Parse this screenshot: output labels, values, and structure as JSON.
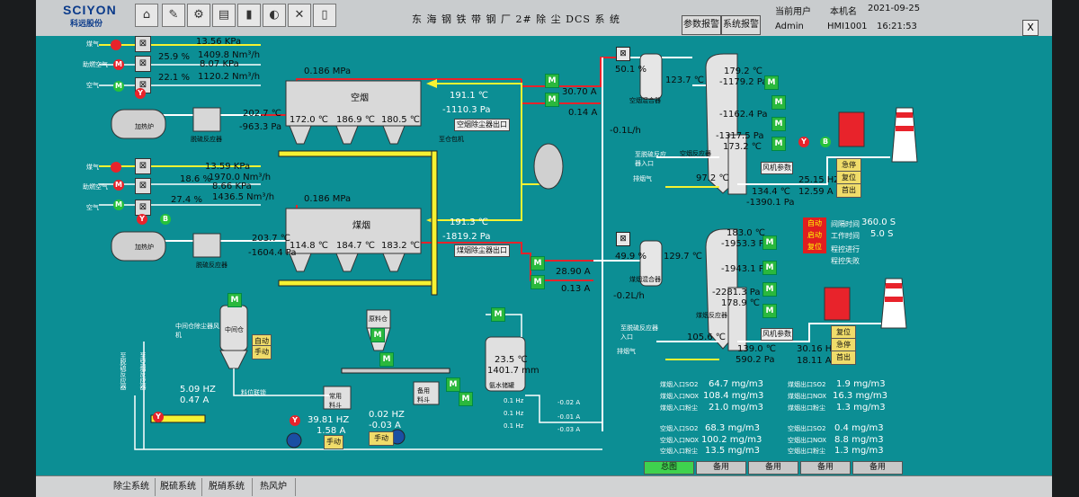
{
  "topbar": {
    "logo_text": "SCIYON",
    "logo_sub": "科远股份",
    "title": "东 海 钢 铁 带 钢 厂 2# 除 尘 DCS   系 统",
    "btn_params": "参数报警",
    "btn_system": "系统报警",
    "user_label": "当前用户",
    "user_name": "Admin",
    "machine_label": "本机名",
    "machine_name": "HMI1001",
    "date": "2021-09-25",
    "time": "16:21:53",
    "close": "X"
  },
  "line1": {
    "gas_label": "煤气",
    "air_label": "助燃空气",
    "air2_label": "空气",
    "pressure_top": "13.56 KPa",
    "valve1_pct": "25.9 %",
    "flow1": "1409.8 Nm³/h",
    "pressure_mid": "8.07 KPa",
    "valve2_pct": "22.1 %",
    "flow2": "1120.2 Nm³/h",
    "furnace_label": "加热炉",
    "reactor_label": "脱硫反应器",
    "temp": "202.7 ℃",
    "pressure": "-963.3 Pa",
    "bag_pressure": "0.186 MPa",
    "bag_label": "空烟",
    "bag_temps": [
      "172.0 ℃",
      "186.9 ℃",
      "180.5 ℃"
    ],
    "out_temp": "191.1 ℃",
    "out_pressure": "-1110.3 Pa",
    "out_label": "空烟除尘器出口",
    "fan_current": "30.70 A",
    "fan_current2": "0.14 A",
    "conveyor_label": "至仓包机"
  },
  "line2": {
    "gas_label": "煤气",
    "air_label": "助燃空气",
    "air2_label": "空气",
    "pressure_top": "13.59 KPa",
    "valve1_pct": "18.6 %",
    "flow1": "1970.0 Nm³/h",
    "pressure_mid": "8.66 KPa",
    "valve2_pct": "27.4 %",
    "flow2": "1436.5 Nm³/h",
    "furnace_label": "加热炉",
    "reactor_label": "脱硫反应器",
    "temp": "203.7 ℃",
    "pressure": "-1604.4 Pa",
    "bag_pressure": "0.186 MPa",
    "bag_label": "煤烟",
    "bag_temps": [
      "114.8 ℃",
      "184.7 ℃",
      "183.2 ℃"
    ],
    "out_temp": "191.3 ℃",
    "out_pressure": "-1819.2 Pa",
    "out_label": "煤烟除尘器出口",
    "fan_current": "28.90 A",
    "fan_current2": "0.13 A"
  },
  "right_top": {
    "mixer_pct": "50.1 %",
    "mixer_temp": "123.7 ℃",
    "mixer_label": "空烟混合器",
    "flow": "-0.1L/h",
    "tower_t1": "179.2 ℃",
    "tower_p1": "-1179.2 Pa",
    "tower_p2": "-1162.4 Pa",
    "tower_p3": "-1317.5 Pa",
    "tower_t2": "173.2 ℃",
    "tower_label": "空烟反应器",
    "to_label": "至脱硫反应器入口",
    "ex_label": "排烟气",
    "gas_temp": "97.2 ℃",
    "fan_params": "风机参数",
    "fan_freq": "25.15 HZ",
    "fan_amp": "12.59 A",
    "t_out": "134.4 ℃",
    "p_out": "-1390.1 Pa",
    "btn_stop": "急停",
    "btn_reset": "复位",
    "btn_out": "首出"
  },
  "right_bottom": {
    "mixer_pct": "49.9 %",
    "mixer_temp": "129.7 ℃",
    "mixer_label": "煤烟混合器",
    "flow": "-0.2L/h",
    "tower_t1": "183.0 ℃",
    "tower_p1": "-1953.3 Pa",
    "tower_p2": "-1943.1 Pa",
    "tower_p3": "-2281.3 Pa",
    "tower_t2": "178.9 ℃",
    "tower_label": "煤烟反应器",
    "to_label": "至脱硫反应器入口",
    "ex_label": "排烟气",
    "gas_temp": "105.6 ℃",
    "fan_params": "风机参数",
    "fan_freq": "30.16 HZ",
    "fan_amp": "18.11 A",
    "t_out": "139.0 ℃",
    "p_out": "590.2 Pa",
    "btn_stop": "急停",
    "btn_reset": "复位",
    "btn_out": "首出"
  },
  "interval": {
    "btn_auto": "自动",
    "btn_start": "启动",
    "btn_reset": "复位",
    "gap_label": "间隔时间",
    "gap_value": "360.0 S",
    "work_label": "工作时间",
    "work_value": "5.0 S",
    "prog_label": "程控进行",
    "fail_label": "程控失败"
  },
  "lower_left": {
    "fan_label": "中间仓除尘器风机",
    "silo_label": "中间仓",
    "ash_label": "原料仓",
    "hz1": "5.09 HZ",
    "amp1": "0.47 A",
    "hz2": "39.81 HZ",
    "amp2": "1.58 A",
    "hz3": "0.02 HZ",
    "amp3": "-0.03 A",
    "mode_manual": "手动",
    "mode_auto": "自动",
    "spare_bin": "常用料斗",
    "spare_bin2": "备用料斗",
    "link_label": "料位联锁",
    "side_label_1": "至脱硫反应器",
    "side_label_2": "至空烟反应器",
    "ammonia_temp": "23.5 ℃",
    "ammonia_level": "1401.7 mm",
    "ammonia_label": "氨水储罐",
    "pump_rows": [
      {
        "flow": "0.1 Hz",
        "amp": "-0.02 A"
      },
      {
        "flow": "0.1 Hz",
        "amp": "-0.01 A"
      },
      {
        "flow": "0.1 Hz",
        "amp": "-0.03 A"
      }
    ]
  },
  "emissions": {
    "coal_in": [
      {
        "label": "煤烟入口SO2",
        "value": "64.7 mg/m3"
      },
      {
        "label": "煤烟入口NOX",
        "value": "108.4 mg/m3"
      },
      {
        "label": "煤烟入口粉尘",
        "value": "21.0 mg/m3"
      }
    ],
    "coal_out": [
      {
        "label": "煤烟出口SO2",
        "value": "1.9 mg/m3"
      },
      {
        "label": "煤烟出口NOX",
        "value": "16.3 mg/m3"
      },
      {
        "label": "煤烟出口粉尘",
        "value": "1.3 mg/m3"
      }
    ],
    "air_in": [
      {
        "label": "空烟入口SO2",
        "value": "68.3 mg/m3"
      },
      {
        "label": "空烟入口NOX",
        "value": "100.2 mg/m3"
      },
      {
        "label": "空烟入口粉尘",
        "value": "13.5 mg/m3"
      }
    ],
    "air_out": [
      {
        "label": "空烟出口SO2",
        "value": "0.4 mg/m3"
      },
      {
        "label": "空烟出口NOX",
        "value": "8.8 mg/m3"
      },
      {
        "label": "空烟出口粉尘",
        "value": "1.3 mg/m3"
      }
    ]
  },
  "function_buttons": [
    "总图",
    "备用",
    "备用",
    "备用",
    "备用"
  ],
  "bottom_tabs": [
    "除尘系统",
    "脱硫系统",
    "脱硝系统",
    "热风炉"
  ],
  "colors": {
    "background": "#0c8e94",
    "pipe_yellow": "#f6f232",
    "pipe_white": "#ffffff",
    "status_green": "#27c23a",
    "status_red": "#e8232b"
  }
}
